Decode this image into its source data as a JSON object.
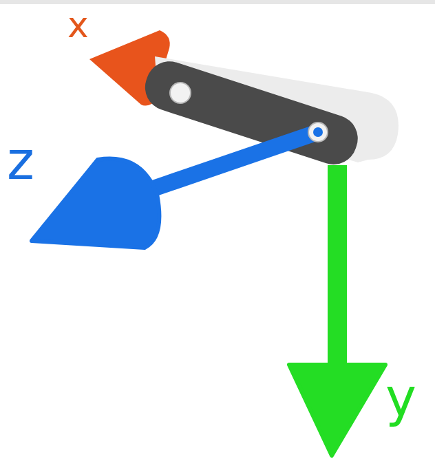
{
  "diagram": {
    "labels": [
      "x",
      "z",
      "y"
    ]
  }
}
